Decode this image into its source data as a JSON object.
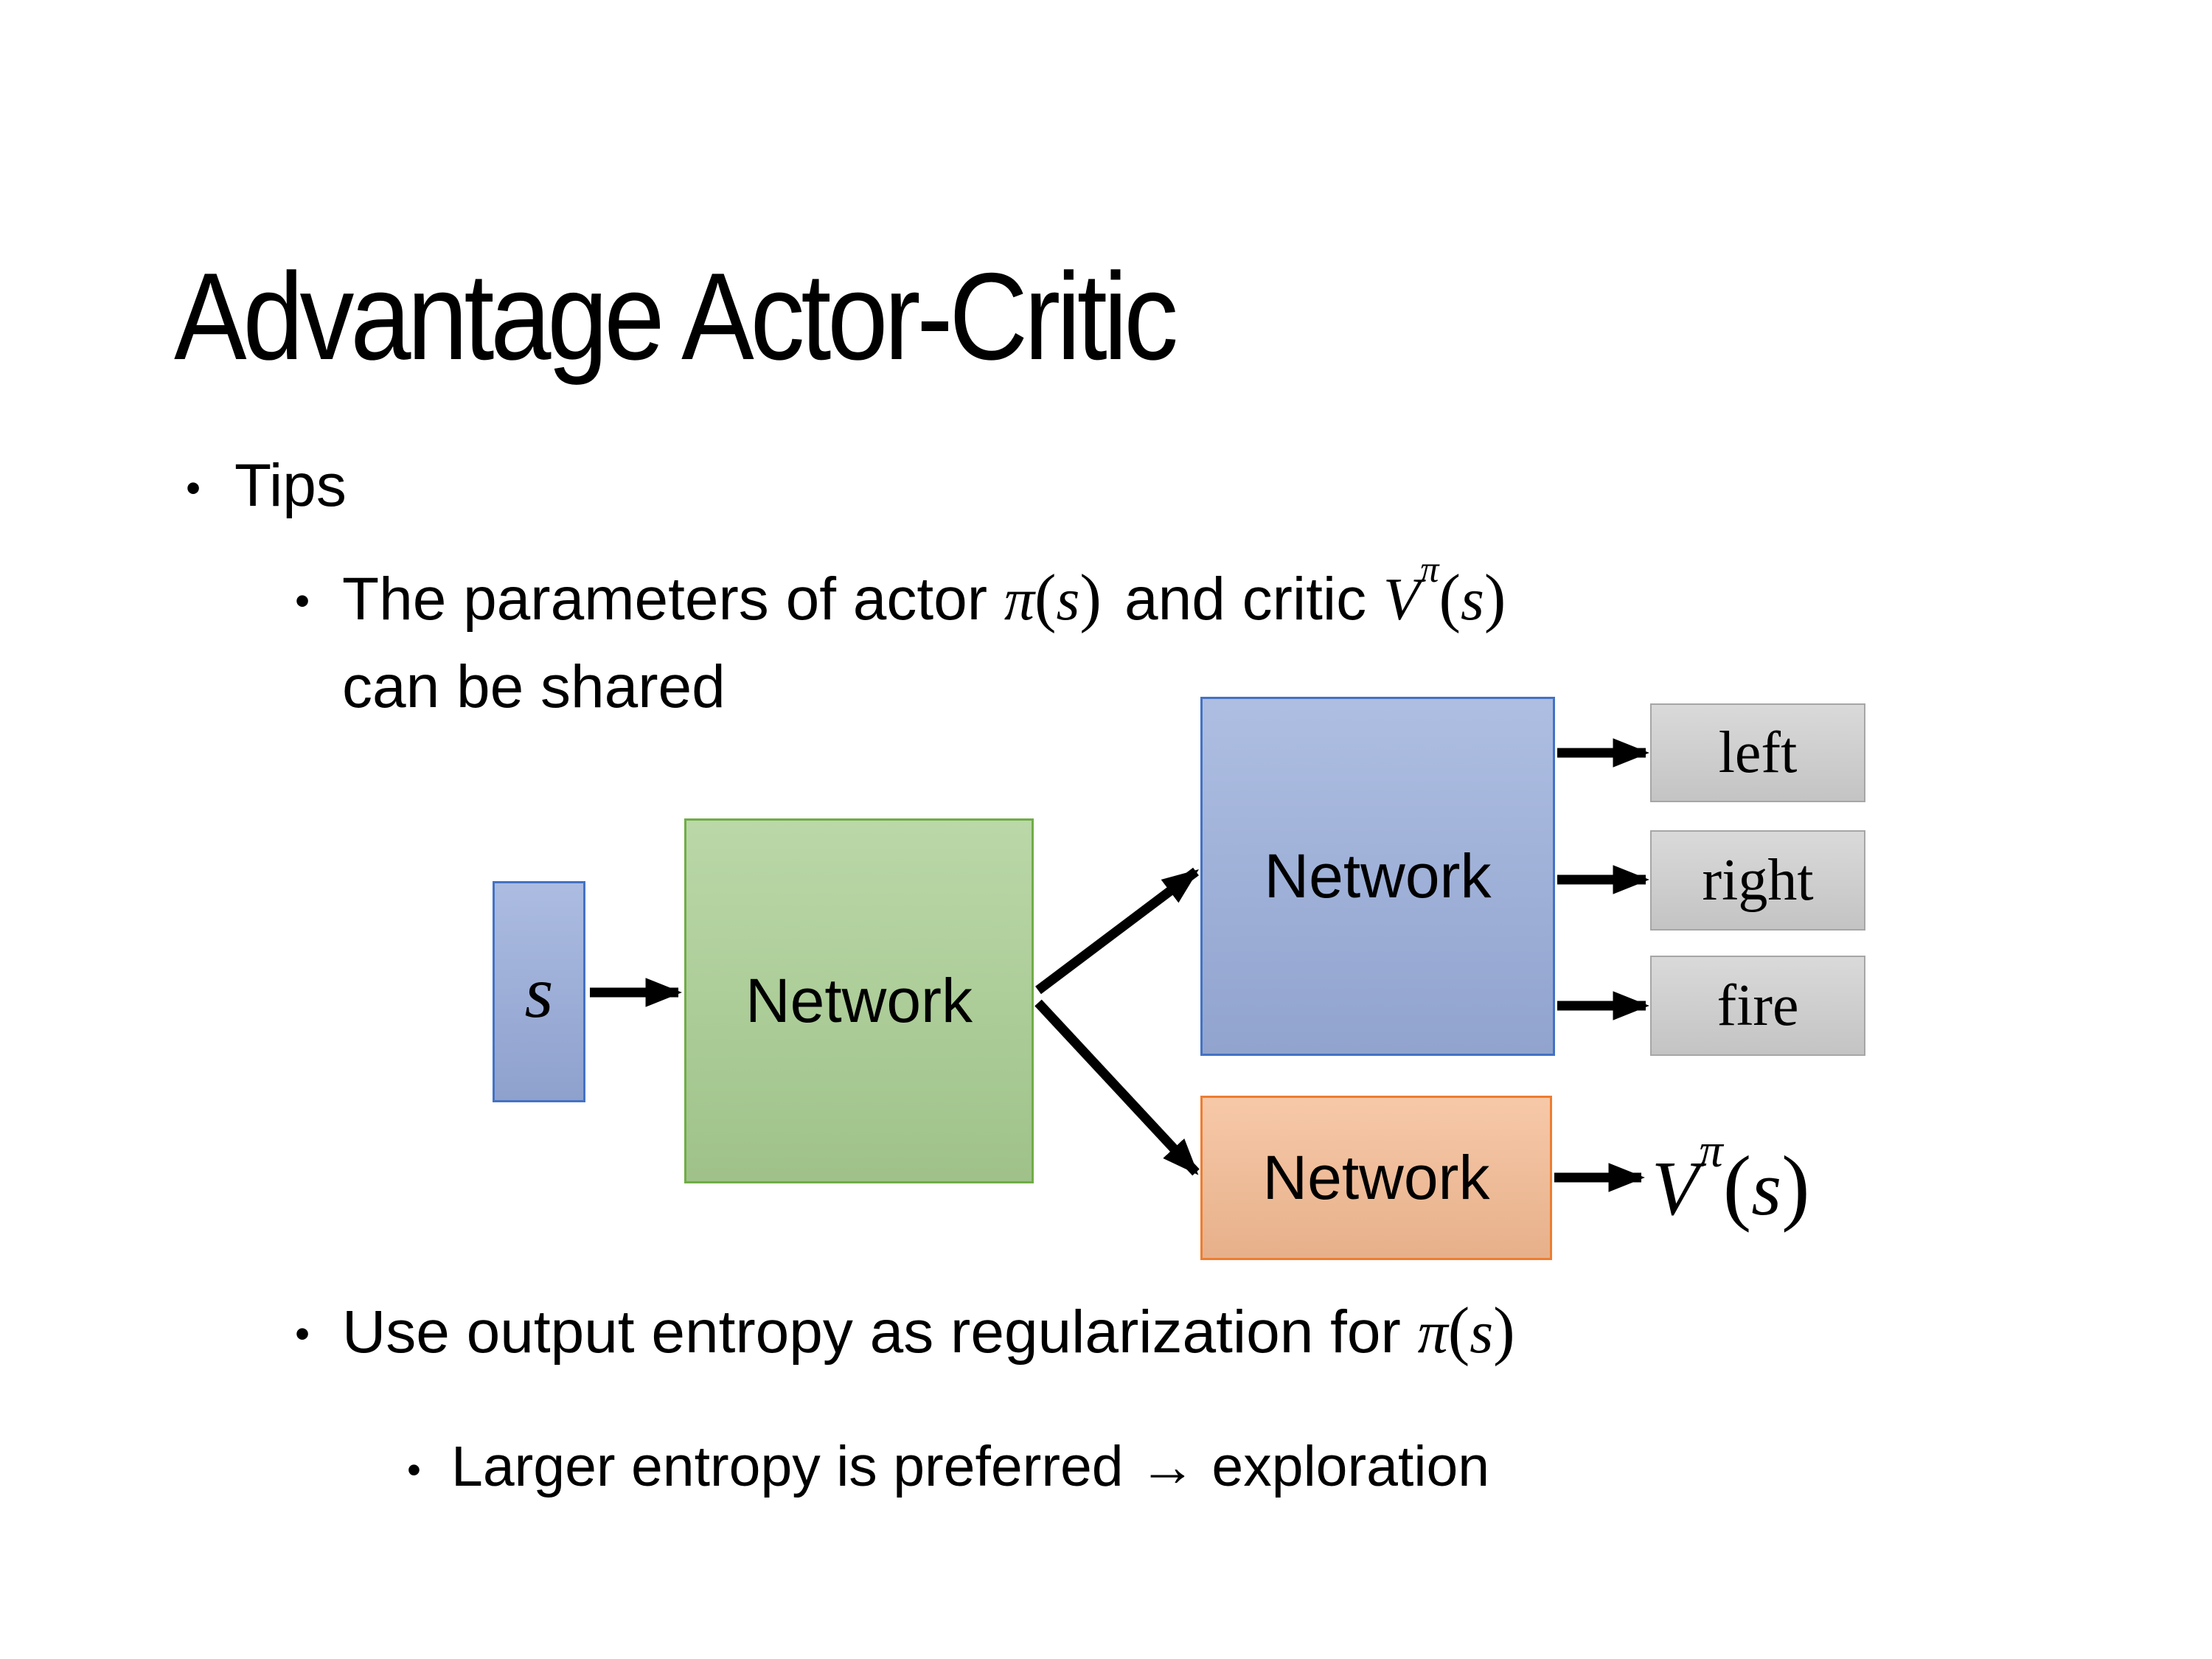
{
  "title": "Advantage Actor-Critic",
  "bullets": {
    "marker": "•",
    "tips": "Tips",
    "shared": {
      "before": "The parameters of actor ",
      "mid": "and critic ",
      "line2": "can be shared"
    },
    "entropy": {
      "before": "Use output entropy as regularization for "
    },
    "exploration": "Larger entropy is preferred → exploration"
  },
  "math": {
    "pi": "π",
    "s": "s",
    "V": "V",
    "lparen": "(",
    "rparen": ")"
  },
  "diagram": {
    "state_label": "s",
    "shared_network_label": "Network",
    "actor_network_label": "Network",
    "critic_network_label": "Network",
    "outputs": [
      {
        "label": "left"
      },
      {
        "label": "right"
      },
      {
        "label": "fire"
      }
    ],
    "colors": {
      "state_fill": "#97ABDA",
      "state_border": "#4472C4",
      "shared_fill": "#A9CE92",
      "shared_border": "#70AD47",
      "actor_fill": "#9AAEDB",
      "actor_border": "#4472C4",
      "critic_fill": "#F5BB93",
      "critic_border": "#ED7D31",
      "output_fill": "#D0D0D0",
      "output_border": "#A6A6A6",
      "arrow": "#000000"
    }
  }
}
